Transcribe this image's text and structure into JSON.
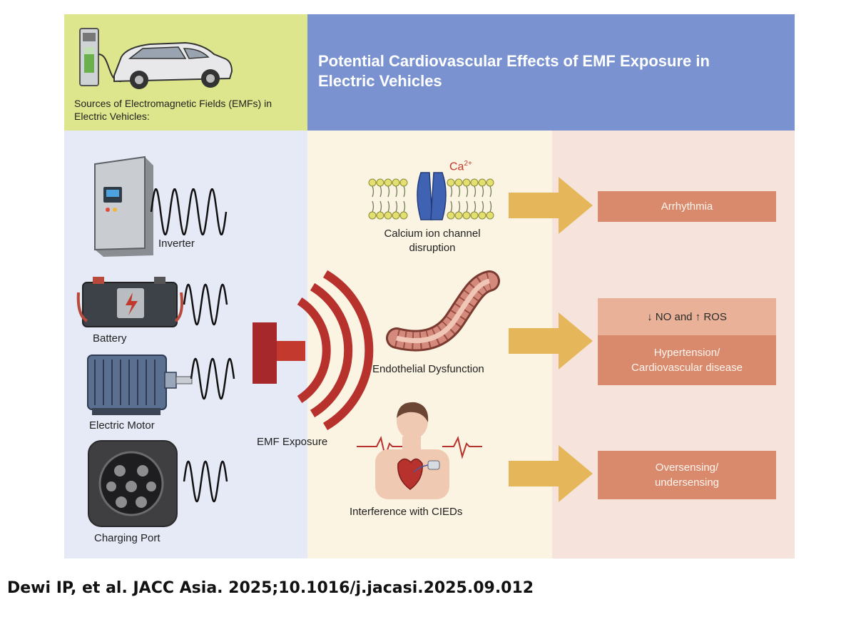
{
  "header": {
    "sources_title": "Sources of Electromagnetic Fields (EMFs) in Electric Vehicles:",
    "main_title": "Potential Cardiovascular Effects of EMF Exposure in Electric Vehicles"
  },
  "sources": {
    "inverter": "Inverter",
    "battery": "Battery",
    "motor": "Electric Motor",
    "charging_port": "Charging Port"
  },
  "exposure": {
    "label": "EMF Exposure"
  },
  "mechanisms": {
    "calcium_line1": "Calcium ion channel",
    "calcium_line2": "disruption",
    "calcium_ion": "Ca",
    "calcium_charge": "2+",
    "endothelial": "Endothelial Dysfunction",
    "cied": "Interference with CIEDs"
  },
  "outcomes": {
    "arrhythmia": "Arrhythmia",
    "no_ros": "↓ NO and ↑ ROS",
    "hypertension_line1": "Hypertension/",
    "hypertension_line2": "Cardiovascular disease",
    "sensing_line1": "Oversensing/",
    "sensing_line2": "undersensing"
  },
  "citation": "Dewi IP, et al. JACC Asia. 2025;10.1016/j.jacasi.2025.09.012",
  "colors": {
    "left_header": "#dde68c",
    "right_header": "#7a93d0",
    "left_body": "#e6e9f6",
    "mid_body": "#fcf4e2",
    "right_body": "#f6e4dc",
    "arrow": "#e6b75a",
    "outcome_box": "#d9896c",
    "emf_red": "#b8322d"
  }
}
